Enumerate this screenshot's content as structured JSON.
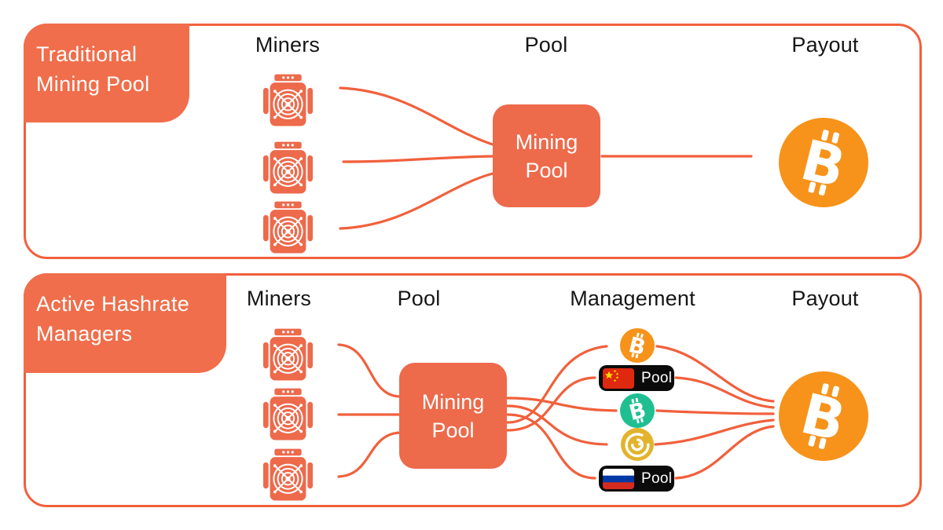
{
  "colors": {
    "primary_orange": "#F1603C",
    "fill_orange": "#ED6A4B",
    "bitcoin_orange": "#F7931A",
    "bitcoin_cash_teal": "#1FBF92",
    "gold_coin": "#E2B32B",
    "pill_black": "#0B0B0B",
    "china_flag_red": "#DE2910",
    "china_star_yellow": "#FFDE00",
    "russia_flag_blue": "#0039A6",
    "russia_flag_red": "#D52B1E",
    "header_text": "#161616"
  },
  "panels": [
    {
      "label": "Traditional Mining Pool",
      "columns": {
        "miners": "Miners",
        "pool": "Pool",
        "payout": "Payout"
      },
      "pool_box_label": "Mining Pool",
      "miner_count": 3,
      "payout_icon": "bitcoin"
    },
    {
      "label": "Active Hashrate Managers",
      "columns": {
        "miners": "Miners",
        "pool": "Pool",
        "management": "Management",
        "payout": "Payout"
      },
      "pool_box_label": "Mining Pool",
      "miner_count": 3,
      "management_items": [
        {
          "kind": "coin",
          "coin": "bitcoin"
        },
        {
          "kind": "pool-pill",
          "flag": "china",
          "label": "Pool"
        },
        {
          "kind": "coin",
          "coin": "bitcoin-cash"
        },
        {
          "kind": "coin",
          "coin": "gold-dragon"
        },
        {
          "kind": "pool-pill",
          "flag": "russia",
          "label": "Pool"
        }
      ],
      "payout_icon": "bitcoin"
    }
  ]
}
